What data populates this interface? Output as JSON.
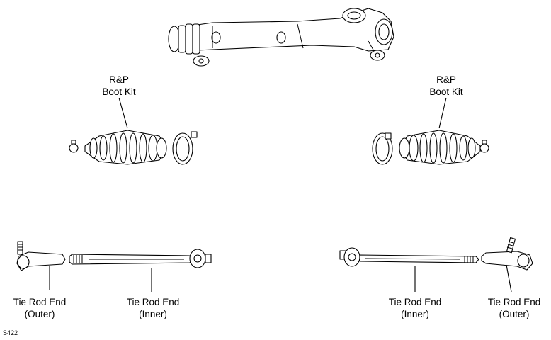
{
  "labels": {
    "boot_left": {
      "line1": "R&P",
      "line2": "Boot Kit"
    },
    "boot_right": {
      "line1": "R&P",
      "line2": "Boot Kit"
    },
    "tie_outer_left": {
      "line1": "Tie Rod End",
      "line2": "(Outer)"
    },
    "tie_inner_left": {
      "line1": "Tie Rod End",
      "line2": "(Inner)"
    },
    "tie_inner_right": {
      "line1": "Tie Rod End",
      "line2": "(Inner)"
    },
    "tie_outer_right": {
      "line1": "Tie Rod End",
      "line2": "(Outer)"
    }
  },
  "figure_code": "S422"
}
